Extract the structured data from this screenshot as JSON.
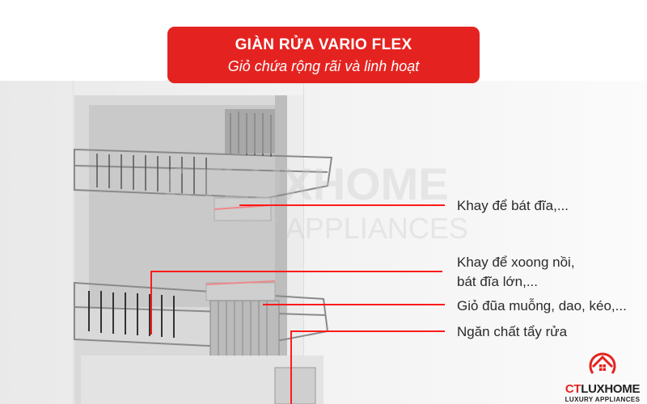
{
  "banner": {
    "title": "GIÀN RỬA VARIO FLEX",
    "subtitle": "Giỏ chứa rộng rãi và linh hoạt"
  },
  "watermark": {
    "line1": "CTLUXHOME",
    "line2": "LUXURY APPLIANCES"
  },
  "callouts": [
    {
      "label": "Khay để bát đĩa,..."
    },
    {
      "label_line1": "Khay để xoong nồi,",
      "label_line2": "bát đĩa lớn,..."
    },
    {
      "label": "Giỏ đũa muỗng, dao, kéo,..."
    },
    {
      "label": "Ngăn chất tẩy rửa"
    }
  ],
  "logo": {
    "brand_prefix": "CT",
    "brand_suffix": "LUXHOME",
    "tagline": "LUXURY APPLIANCES"
  },
  "colors": {
    "accent": "#e42320",
    "callout_line": "#ff1a1a"
  }
}
